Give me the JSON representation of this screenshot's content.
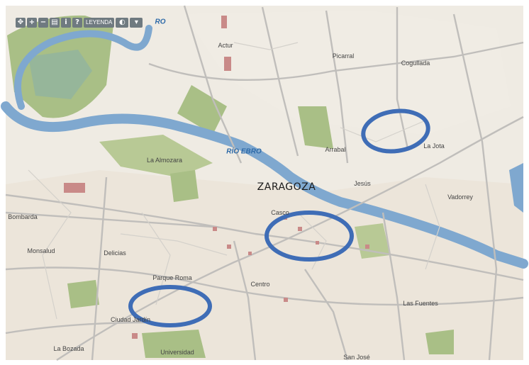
{
  "toolbar": {
    "buttons": [
      {
        "name": "pan-icon",
        "glyph": "✥"
      },
      {
        "name": "zoom-in-icon",
        "glyph": "+"
      },
      {
        "name": "zoom-out-icon",
        "glyph": "−"
      },
      {
        "name": "print-icon",
        "glyph": "▤"
      },
      {
        "name": "info-icon",
        "glyph": "i"
      },
      {
        "name": "help-icon",
        "glyph": "?"
      }
    ],
    "legend_label": "LEYENDA",
    "extra_buttons": [
      {
        "name": "layers-icon",
        "glyph": "◐"
      },
      {
        "name": "dropdown-icon",
        "glyph": "▾"
      }
    ]
  },
  "places": [
    {
      "id": "actur",
      "label": "Actur"
    },
    {
      "id": "picarral",
      "label": "Picarral"
    },
    {
      "id": "cogullada",
      "label": "Cogullada"
    },
    {
      "id": "la-almozara",
      "label": "La Almozara"
    },
    {
      "id": "arrabal",
      "label": "Arrabal"
    },
    {
      "id": "la-jota",
      "label": "La Jota"
    },
    {
      "id": "jesus",
      "label": "Jesús"
    },
    {
      "id": "zaragoza",
      "label": "ZARAGOZA"
    },
    {
      "id": "vadorrey",
      "label": "Vadorrey"
    },
    {
      "id": "casco",
      "label": "Casco"
    },
    {
      "id": "bombarda",
      "label": "Bombarda"
    },
    {
      "id": "monsalud",
      "label": "Monsalud"
    },
    {
      "id": "delicias",
      "label": "Delicias"
    },
    {
      "id": "parque-roma",
      "label": "Parque Roma"
    },
    {
      "id": "centro",
      "label": "Centro"
    },
    {
      "id": "las-fuentes",
      "label": "Las Fuentes"
    },
    {
      "id": "ciudad-jardin",
      "label": "Ciudad Jardín"
    },
    {
      "id": "la-bozada",
      "label": "La Bozada"
    },
    {
      "id": "universidad",
      "label": "Universidad"
    },
    {
      "id": "san-jose",
      "label": "San José"
    }
  ],
  "river_labels": [
    {
      "id": "rio-ebro-main",
      "label": "RÍO EBRO"
    },
    {
      "id": "rio-ebro-top",
      "label": "RO"
    }
  ],
  "colors": {
    "land": "#efebe3",
    "park": "#a9bf86",
    "river": "#7fa8cf",
    "road": "#b9b9b6",
    "highlight": "#3f6db6",
    "building": "#c98a88"
  }
}
